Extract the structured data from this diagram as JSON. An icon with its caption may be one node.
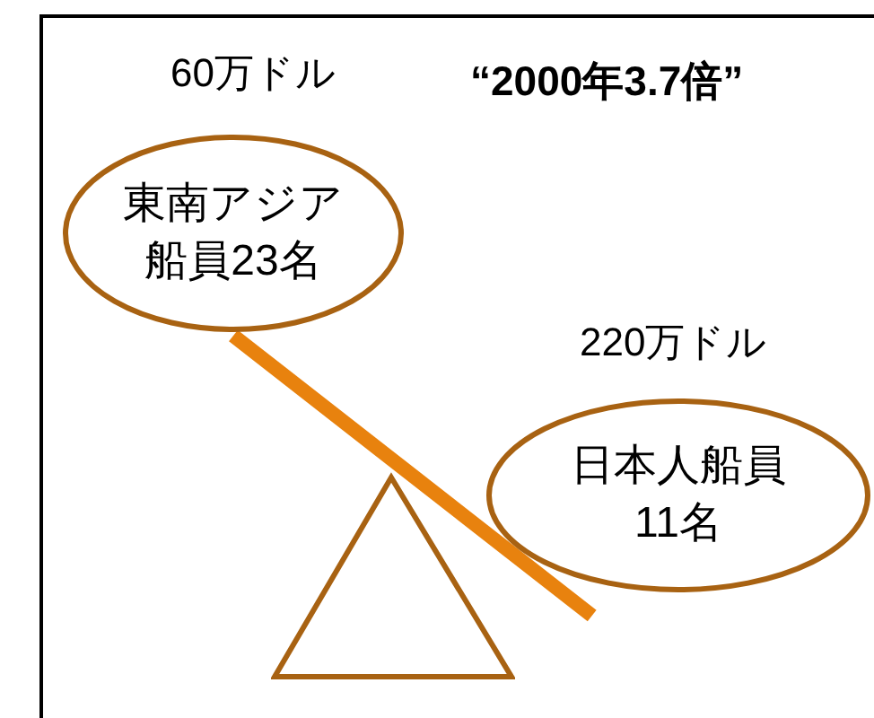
{
  "diagram": {
    "title": "“2000年3.7倍”",
    "nodes": [
      {
        "text": [
          "東南アジア船員23名"
        ],
        "beside": [
          "60万ドル"
        ]
      },
      {
        "text": [
          "日本人船員11名"
        ],
        "beside": [
          "220万ドル"
        ]
      },
      {
        "text": [],
        "shape": "triangle"
      }
    ],
    "edges": [
      {
        "from": 0,
        "to": 1,
        "arrow": "none"
      }
    ]
  }
}
